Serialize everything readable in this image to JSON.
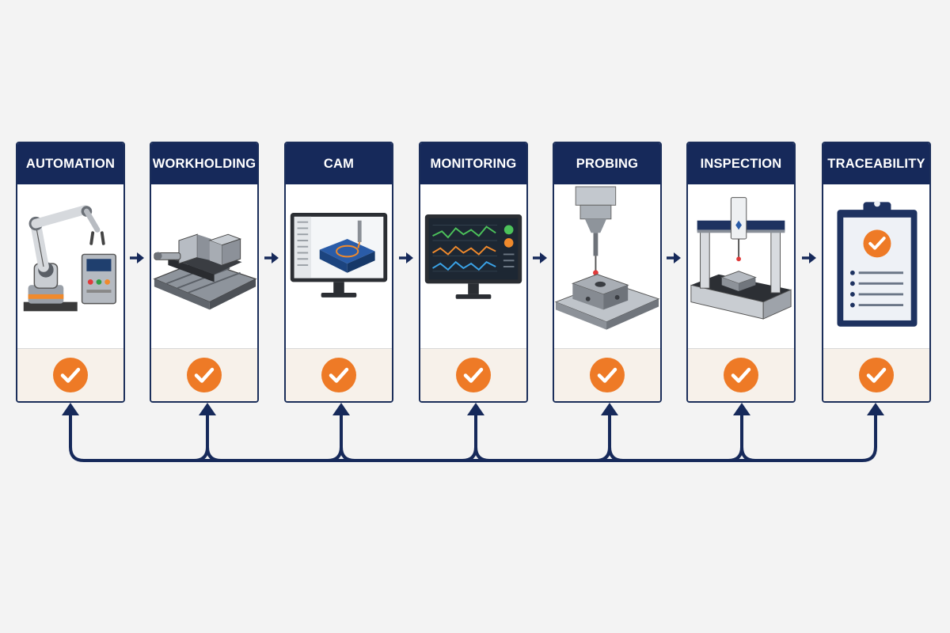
{
  "colors": {
    "navy": "#16295a",
    "check": "#ee7a26",
    "footer_bg": "#f7f1ea",
    "page_bg": "#f3f3f3"
  },
  "stages": [
    {
      "label": "AUTOMATION",
      "icon": "robot-arm-icon",
      "status": "checkmark-icon"
    },
    {
      "label": "WORKHOLDING",
      "icon": "machine-vise-icon",
      "status": "checkmark-icon"
    },
    {
      "label": "CAM",
      "icon": "cam-monitor-icon",
      "status": "checkmark-icon"
    },
    {
      "label": "MONITORING",
      "icon": "monitoring-screen-icon",
      "status": "checkmark-icon"
    },
    {
      "label": "PROBING",
      "icon": "spindle-probe-icon",
      "status": "checkmark-icon"
    },
    {
      "label": "INSPECTION",
      "icon": "cmm-machine-icon",
      "status": "checkmark-icon"
    },
    {
      "label": "TRACEABILITY",
      "icon": "clipboard-checklist-icon",
      "status": "checkmark-icon"
    }
  ],
  "connectors": {
    "between_stages": "arrow-right-icon",
    "feedback": "feedback-loop-arrows"
  }
}
